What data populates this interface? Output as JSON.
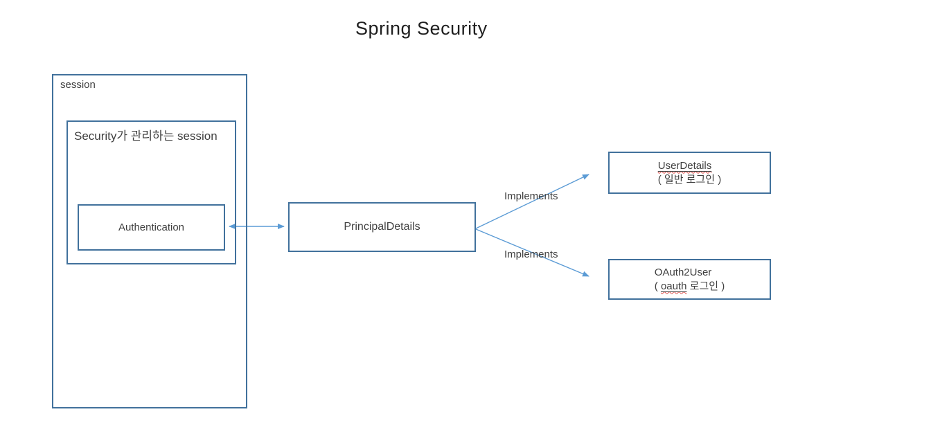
{
  "title": "Spring Security",
  "colors": {
    "box_border": "#41719C",
    "arrow": "#5B9BD5",
    "text": "#3F3F3F",
    "title_text": "#1F1F1F",
    "spellcheck_underline": "#E0524D",
    "background": "#FFFFFF"
  },
  "boxes": {
    "session": {
      "label": "session"
    },
    "managed_session": {
      "label": "Security가 관리하는 session"
    },
    "authentication": {
      "label": "Authentication"
    },
    "principal_details": {
      "label": "PrincipalDetails"
    },
    "user_details": {
      "name": "UserDetails",
      "caption": "( 일반 로그인 )"
    },
    "oauth2_user": {
      "name": "OAuth2User",
      "caption_prefix": "( ",
      "caption_word": "oauth",
      "caption_suffix": " 로그인 )"
    }
  },
  "connectors": {
    "implements_top_label": "Implements",
    "implements_bottom_label": "Implements"
  }
}
